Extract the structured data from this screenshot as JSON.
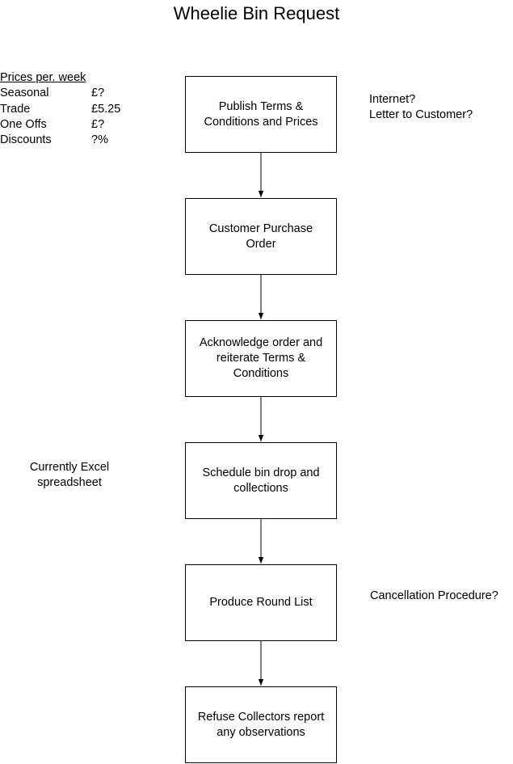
{
  "title": "Wheelie Bin Request",
  "prices": {
    "heading": "Prices per. week",
    "rows": [
      {
        "label": "Seasonal",
        "value": "£?"
      },
      {
        "label": "Trade",
        "value": "£5.25"
      },
      {
        "label": "One Offs",
        "value": "£?"
      },
      {
        "label": "Discounts",
        "value": "?%"
      }
    ]
  },
  "steps": [
    "Publish Terms &\nConditions and Prices",
    "Customer Purchase\nOrder",
    "Acknowledge order and\nreiterate Terms &\nConditions",
    "Schedule bin drop and\ncollections",
    "Produce Round List",
    "Refuse Collectors report\nany observations"
  ],
  "notes": {
    "publish": "Internet?\nLetter to Customer?",
    "schedule": "Currently Excel\nspreadsheet",
    "round_list": "Cancellation Procedure?"
  }
}
